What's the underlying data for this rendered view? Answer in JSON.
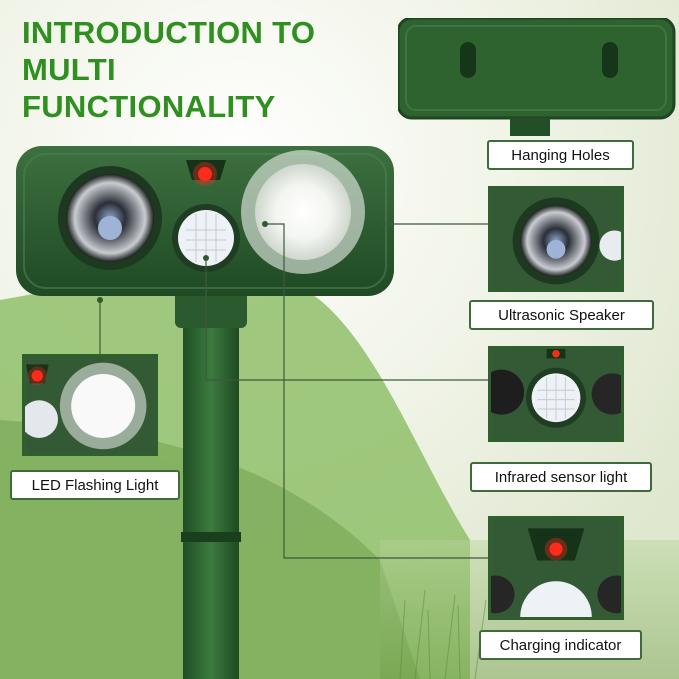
{
  "title": {
    "line1": "INTRODUCTION TO",
    "line2": "MULTI",
    "line3": "FUNCTIONALITY"
  },
  "labels": {
    "hanging_holes": "Hanging Holes",
    "ultrasonic_speaker": "Ultrasonic Speaker",
    "infrared_sensor": "Infrared sensor light",
    "charging_indicator": "Charging indicator",
    "led_flashing": "LED Flashing Light"
  },
  "colors": {
    "title_green": "#2f8f1f",
    "device_green": "#2d5f2f",
    "indicator_red": "#ff2a1a",
    "label_border": "#3f6b3c"
  },
  "icons": {
    "hanging": "hanging-holes-closeup",
    "speaker": "ultrasonic-speaker-closeup",
    "sensor": "infrared-sensor-closeup",
    "charging": "charging-indicator-closeup",
    "led": "led-light-closeup"
  }
}
